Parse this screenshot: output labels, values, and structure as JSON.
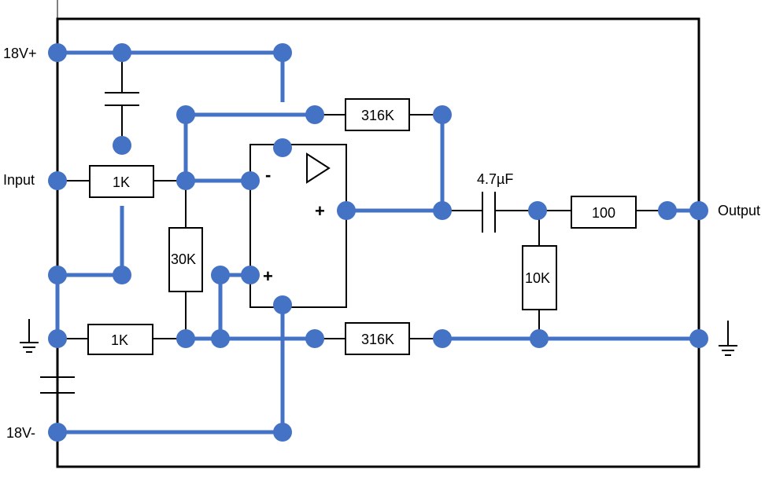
{
  "diagram": {
    "labels": {
      "supply_pos": "18V+",
      "supply_neg": "18V-",
      "input": "Input",
      "output": "Output"
    },
    "components": {
      "r_input": "1K",
      "r_ground": "1K",
      "r_bias": "30K",
      "r_feedback_top": "316K",
      "r_feedback_bottom": "316K",
      "r_output_series": "100",
      "r_output_load": "10K",
      "c_output": "4.7µF"
    },
    "opamp": {
      "inverting_sign": "-",
      "noninverting_sign": "+",
      "output_sign": "+",
      "symbol": "triangle-icon"
    },
    "colors": {
      "wire_blue": "#4472c4",
      "node_blue": "#4472c4",
      "line_black": "#000000"
    }
  }
}
